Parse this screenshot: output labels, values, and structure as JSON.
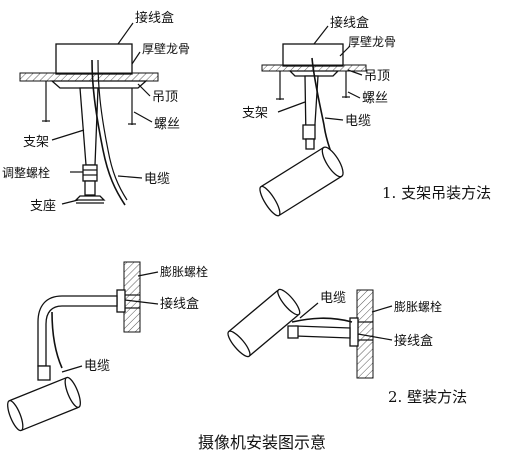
{
  "top_left": {
    "junction_box": "接线盒",
    "thick_keel": "厚壁龙骨",
    "ceiling": "吊顶",
    "screw": "螺丝",
    "bracket": "支架",
    "adjust_bolt": "调整螺栓",
    "cable": "电缆",
    "base": "支座"
  },
  "top_right": {
    "junction_box": "接线盒",
    "thick_keel": "厚壁龙骨",
    "ceiling": "吊顶",
    "screw": "螺丝",
    "bracket": "支架",
    "cable": "电缆"
  },
  "caption_ceiling": "1. 支架吊装方法",
  "bottom_left": {
    "expansion_bolt": "膨胀螺栓",
    "junction_box": "接线盒",
    "cable": "电缆"
  },
  "bottom_right": {
    "cable": "电缆",
    "expansion_bolt": "膨胀螺栓",
    "junction_box": "接线盒"
  },
  "caption_wall": "2. 壁装方法",
  "title": "摄像机安装图示意"
}
